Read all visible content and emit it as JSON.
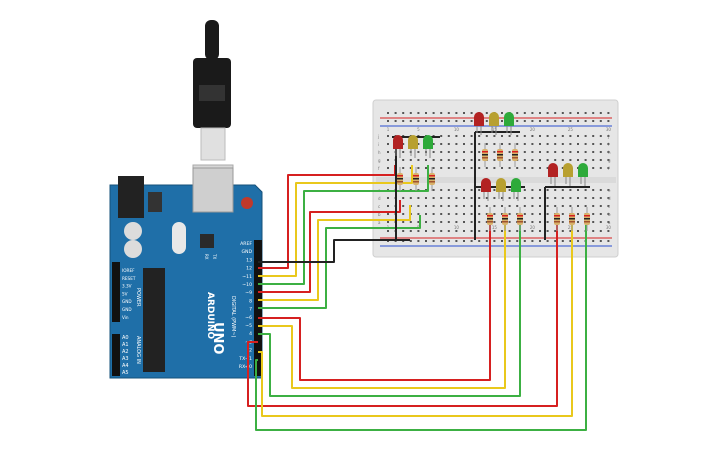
{
  "board": {
    "brand_text": "ARDUINO",
    "model_text": "UNO",
    "power_label": "POWER",
    "analog_label": "ANALOG IN",
    "digital_label": "DIGITAL (PWM~)",
    "tx_label": "TX",
    "rx_label": "RX",
    "power_pins": [
      "IOREF",
      "RESET",
      "3.3V",
      "5V",
      "GND",
      "GND",
      "Vin"
    ],
    "analog_pins": [
      "A0",
      "A1",
      "A2",
      "A3",
      "A4",
      "A5"
    ],
    "digital_pins": [
      "AREF",
      "GND",
      "13",
      "12",
      "~11",
      "~10",
      "~9",
      "8",
      "7",
      "~6",
      "~5",
      "4",
      "~3",
      "2",
      "TX→1",
      "RX←0"
    ]
  },
  "breadboard": {
    "row_letters_top": [
      "j",
      "i",
      "h",
      "g",
      "f"
    ],
    "row_letters_bottom": [
      "e",
      "d",
      "c",
      "b",
      "a"
    ],
    "column_numbers": [
      "1",
      "5",
      "10",
      "15",
      "20",
      "25",
      "30"
    ]
  },
  "colors": {
    "board_blue": "#1f77b4",
    "breadboard": "#e6e6e6",
    "wire_red": "#d62020",
    "wire_yellow": "#e9c81c",
    "wire_green": "#3cb043",
    "wire_black": "#222222",
    "led_red": "#b22222",
    "led_yellow": "#b8a030",
    "led_green": "#2eaa3a"
  },
  "components": {
    "led_groups": 4,
    "leds_per_group": 3
  }
}
